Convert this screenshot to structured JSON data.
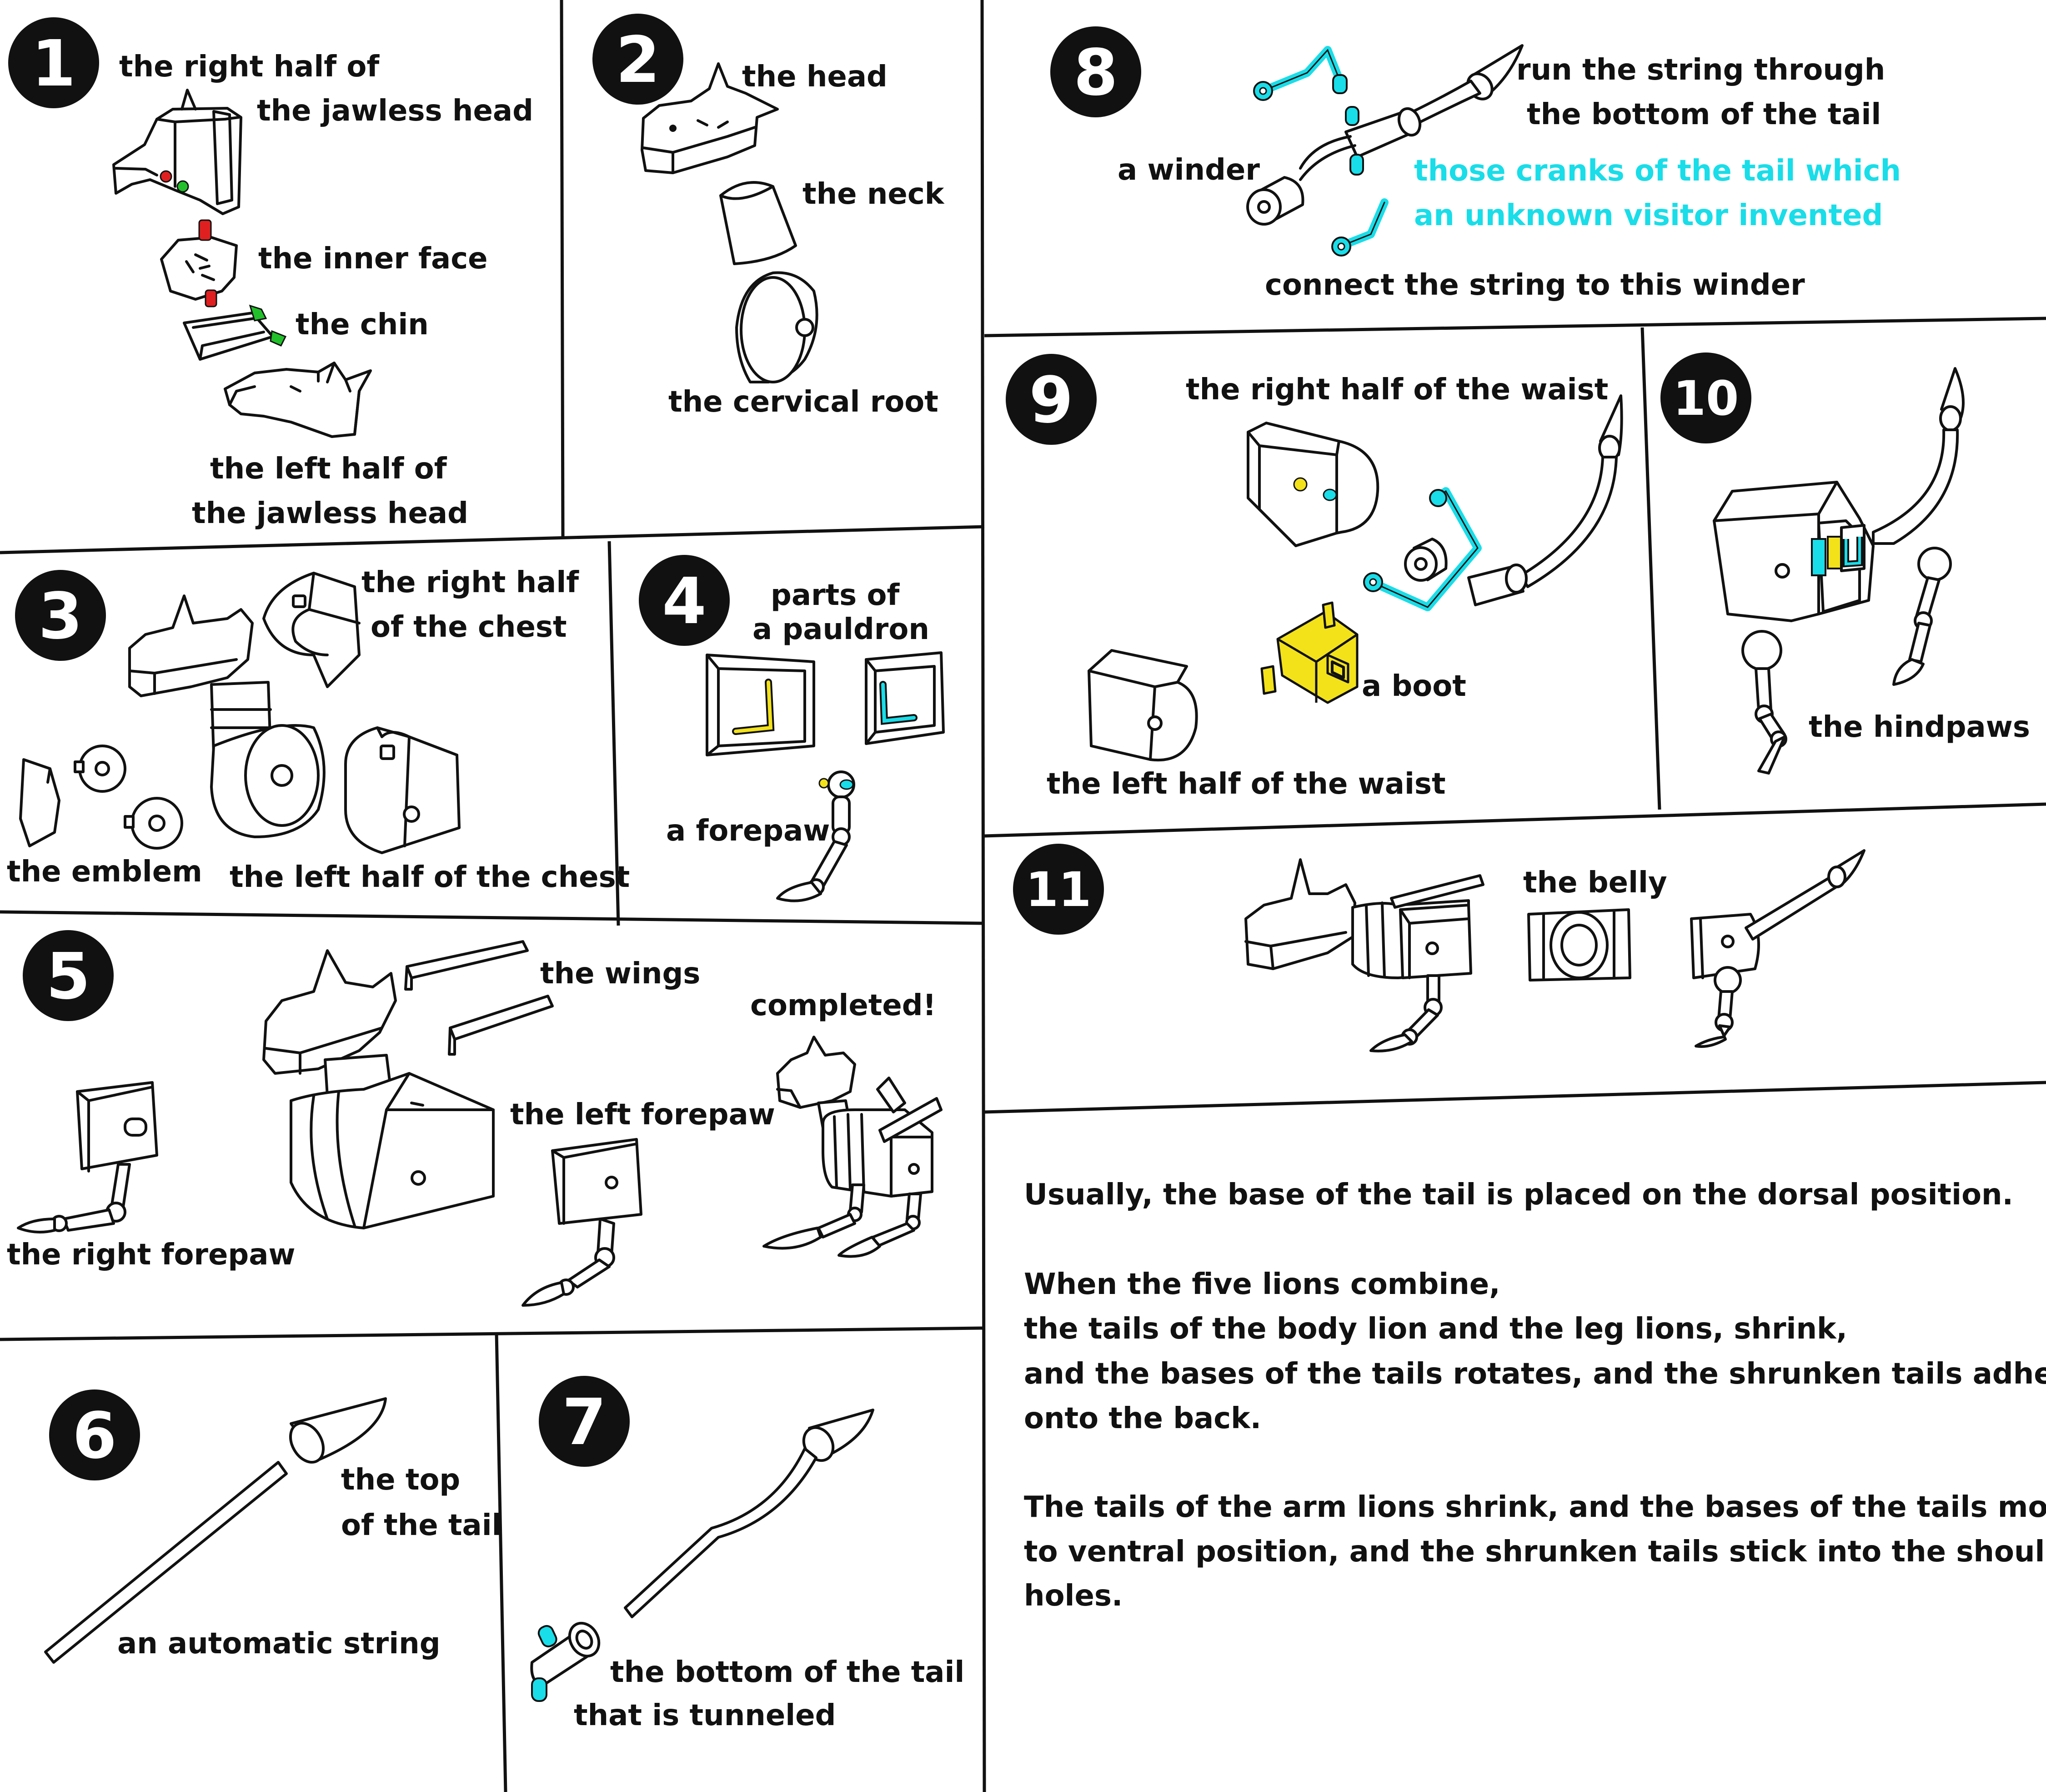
{
  "steps": {
    "s1": {
      "num": "1",
      "labels": {
        "right_half": [
          "the right half of",
          "the jawless head"
        ],
        "inner_face": "the inner face",
        "chin": "the chin",
        "left_half": [
          "the left half of",
          "the jawless head"
        ]
      }
    },
    "s2": {
      "num": "2",
      "labels": {
        "head": "the head",
        "neck": "the neck",
        "root": "the cervical root"
      }
    },
    "s3": {
      "num": "3",
      "labels": {
        "right_chest": [
          "the right half",
          "of the chest"
        ],
        "emblem": "the emblem",
        "left_chest": "the left half of the chest"
      }
    },
    "s4": {
      "num": "4",
      "labels": {
        "pauldron": [
          "parts of",
          "a pauldron"
        ],
        "forepaw": "a forepaw"
      }
    },
    "s5": {
      "num": "5",
      "labels": {
        "wings": "the wings",
        "completed": "completed!",
        "left_forepaw": "the left forepaw",
        "right_forepaw": "the right forepaw"
      }
    },
    "s6": {
      "num": "6",
      "labels": {
        "top": [
          "the top",
          "of the tail"
        ],
        "string": "an automatic string"
      }
    },
    "s7": {
      "num": "7",
      "labels": {
        "bottom": [
          "the bottom of the tail",
          "that is tunneled"
        ]
      }
    },
    "s8": {
      "num": "8",
      "labels": {
        "run": [
          "run the string through",
          "the bottom of the tail"
        ],
        "winder": "a winder",
        "cranks": [
          "those cranks of the tail which",
          "an unknown visitor invented"
        ],
        "connect": "connect the string to this winder"
      }
    },
    "s9": {
      "num": "9",
      "labels": {
        "right_waist": "the right half of the waist",
        "boot": "a boot",
        "left_waist": "the left half of the waist"
      }
    },
    "s10": {
      "num": "10",
      "labels": {
        "hindpaws": "the hindpaws"
      }
    },
    "s11": {
      "num": "11",
      "labels": {
        "belly": "the belly"
      }
    }
  },
  "notes": [
    "Usually, the base of the tail is placed on the dorsal position.",
    "When the five lions combine,",
    "the tails of the body lion and the leg lions, shrink,",
    "and the bases of the tails rotates, and the shrunken tails adhere",
    "onto the back.",
    "The tails of the arm lions shrink, and the bases of the tails move",
    "to ventral position, and the shrunken tails stick into the shoulder",
    "holes."
  ],
  "colors": {
    "cyan": "#19dde8",
    "yellow": "#f3e21a",
    "red": "#e02020",
    "green": "#22c02a",
    "ink": "#111111"
  }
}
